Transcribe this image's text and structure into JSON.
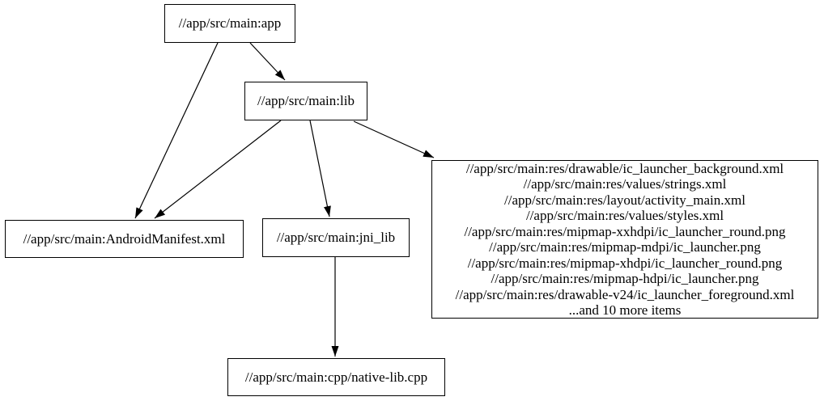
{
  "diagram": {
    "type": "dependency-graph",
    "background_color": "#ffffff",
    "node_border_color": "#000000",
    "edge_color": "#000000",
    "text_color": "#000000"
  },
  "nodes": {
    "app": {
      "label": "//app/src/main:app"
    },
    "lib": {
      "label": "//app/src/main:lib"
    },
    "manifest": {
      "label": "//app/src/main:AndroidManifest.xml"
    },
    "jni_lib": {
      "label": "//app/src/main:jni_lib"
    },
    "res_group": {
      "lines": [
        "//app/src/main:res/drawable/ic_launcher_background.xml",
        "//app/src/main:res/values/strings.xml",
        "//app/src/main:res/layout/activity_main.xml",
        "//app/src/main:res/values/styles.xml",
        "//app/src/main:res/mipmap-xxhdpi/ic_launcher_round.png",
        "//app/src/main:res/mipmap-mdpi/ic_launcher.png",
        "//app/src/main:res/mipmap-xhdpi/ic_launcher_round.png",
        "//app/src/main:res/mipmap-hdpi/ic_launcher.png",
        "//app/src/main:res/drawable-v24/ic_launcher_foreground.xml",
        "...and 10 more items"
      ]
    },
    "native_lib": {
      "label": "//app/src/main:cpp/native-lib.cpp"
    }
  },
  "edges": [
    {
      "from": "app",
      "to": "manifest"
    },
    {
      "from": "app",
      "to": "lib"
    },
    {
      "from": "lib",
      "to": "manifest"
    },
    {
      "from": "lib",
      "to": "jni_lib"
    },
    {
      "from": "lib",
      "to": "res_group"
    },
    {
      "from": "jni_lib",
      "to": "native_lib"
    }
  ]
}
